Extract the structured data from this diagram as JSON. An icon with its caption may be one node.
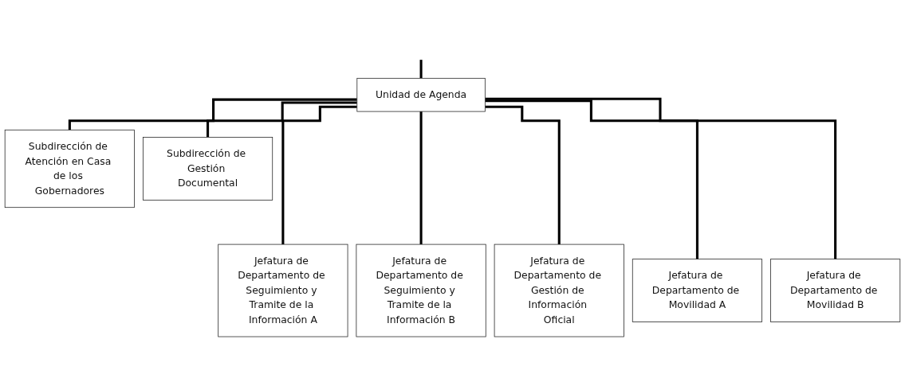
{
  "diagram": {
    "nodes": [
      {
        "text": [
          "Unidad de Agenda"
        ]
      },
      {
        "text": [
          "Subdirección de Atención en Casa de los Gobernadores"
        ]
      },
      {
        "text": [
          "Subdirección de Gestión Documental"
        ]
      },
      {
        "text": [
          "Jefatura de Departamento de Seguimiento y Tramite de la Información A"
        ]
      },
      {
        "text": [
          "Jefatura de Departamento de Seguimiento y Tramite de la Información B"
        ]
      },
      {
        "text": [
          "Jefatura de Departamento de Gestión de Información Oficial"
        ]
      },
      {
        "text": [
          "Jefatura de Departamento de Movilidad A"
        ]
      },
      {
        "text": [
          "Jefatura de Departamento de Movilidad B"
        ]
      }
    ],
    "edges": [
      {
        "from": null,
        "to": 0,
        "arrow": "none"
      },
      {
        "from": 0,
        "to": 1,
        "arrow": "none"
      },
      {
        "from": 0,
        "to": 2,
        "arrow": "none"
      },
      {
        "from": 0,
        "to": 3,
        "arrow": "none"
      },
      {
        "from": 0,
        "to": 4,
        "arrow": "none"
      },
      {
        "from": 0,
        "to": 5,
        "arrow": "none"
      },
      {
        "from": 0,
        "to": 6,
        "arrow": "none"
      },
      {
        "from": 0,
        "to": 7,
        "arrow": "none"
      }
    ]
  }
}
